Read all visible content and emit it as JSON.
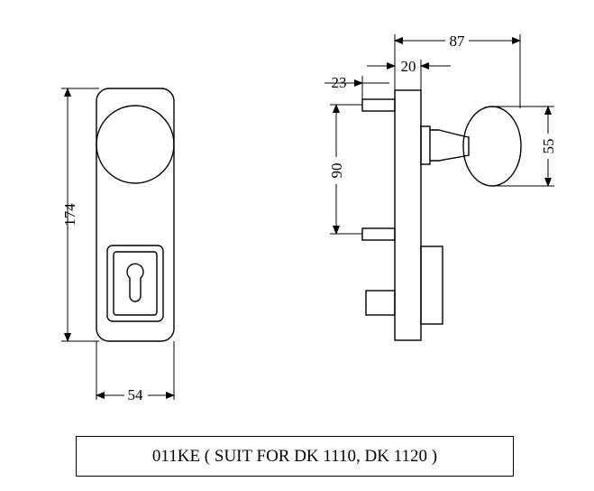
{
  "dimensions": {
    "height_total": "174",
    "width_plate": "54",
    "depth_total": "87",
    "knob_offset": "20",
    "spindle_length": "23",
    "screw_spacing": "90",
    "knob_diameter": "55"
  },
  "caption": "011KE ( SUIT FOR DK 1110, DK 1120 )"
}
